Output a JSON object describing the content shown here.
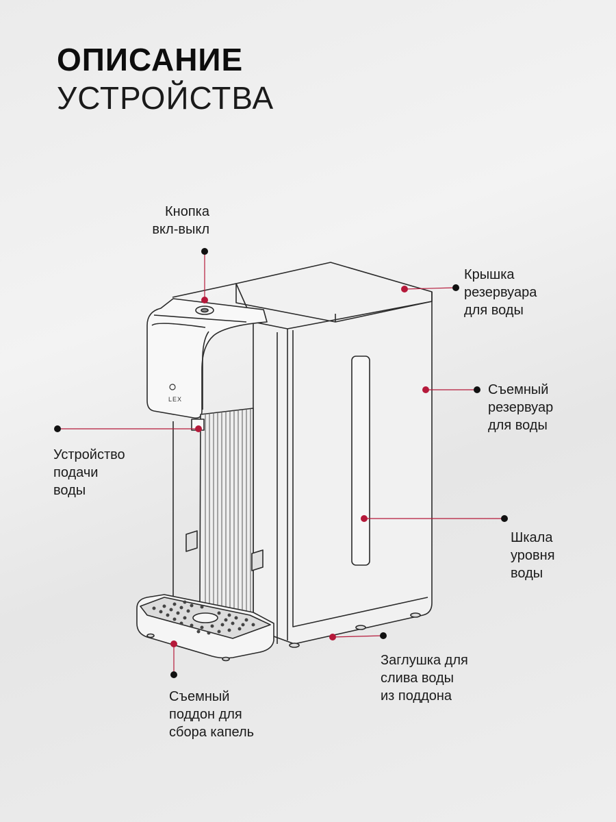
{
  "title": {
    "line1": "ОПИСАНИЕ",
    "line2": "УСТРОЙСТВА"
  },
  "logo_text": "LEX",
  "colors": {
    "accent": "#b5193a",
    "outline": "#2a2a2a",
    "dot": "#111111"
  },
  "labels": {
    "power_button": "Кнопка\nвкл-выкл",
    "reservoir_lid": "Крышка\nрезервуара\nдля воды",
    "removable_reservoir": "Съемный\nрезервуар\nдля воды",
    "water_dispenser": "Устройство\nподачи\nводы",
    "level_scale": "Шкала\nуровня\nводы",
    "drain_plug": "Заглушка для\nслива воды\nиз поддона",
    "drip_tray": "Съемный\nподдон для\nсбора капель"
  }
}
